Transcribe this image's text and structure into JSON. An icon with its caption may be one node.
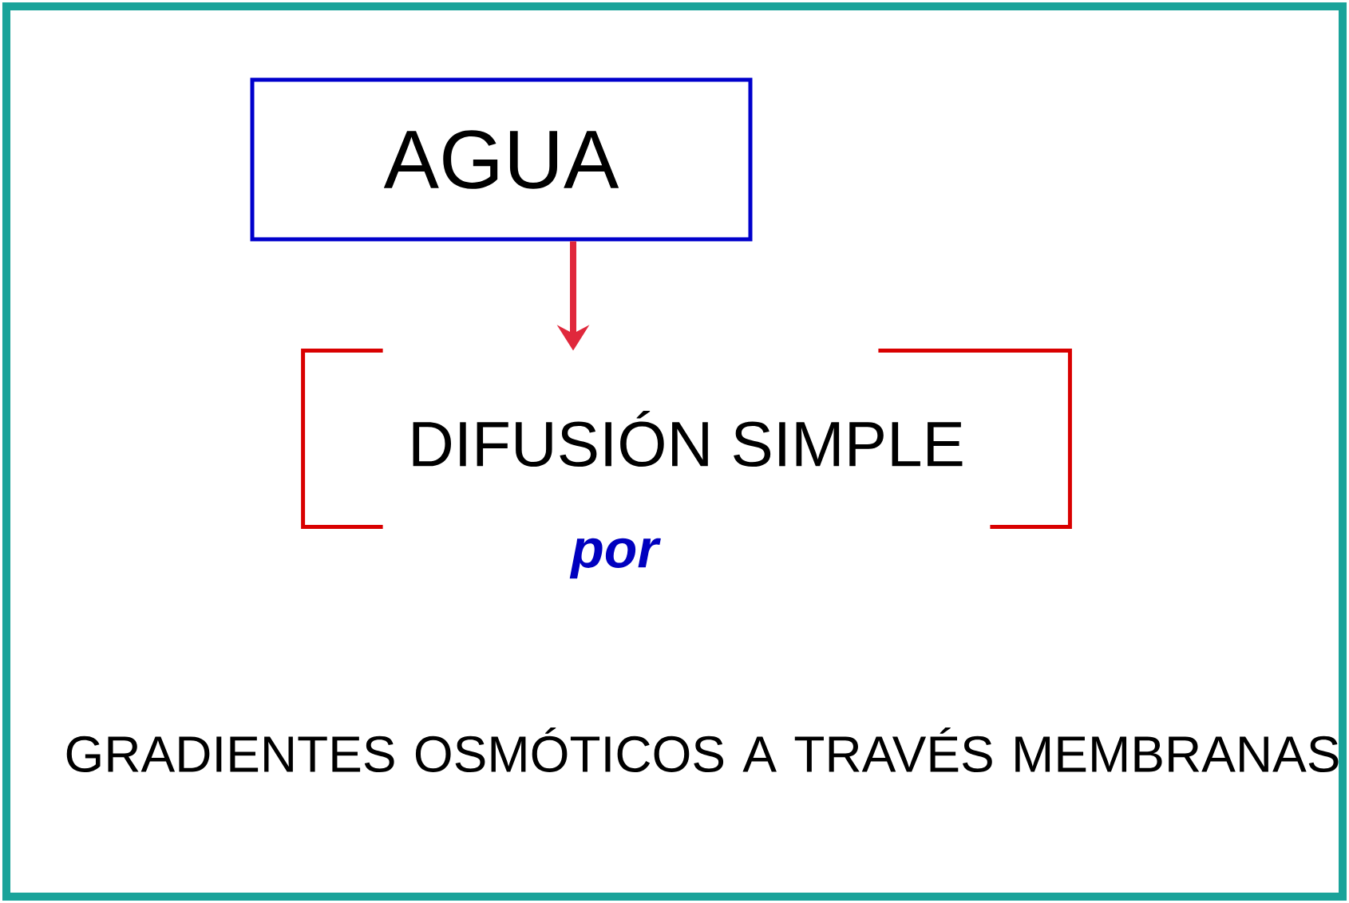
{
  "diagram": {
    "nodes": [
      {
        "text": [
          "AGUA"
        ]
      },
      {
        "text": [
          "DIFUSIÓN SIMPLE"
        ]
      }
    ],
    "edges": [
      {
        "from": 0,
        "to": 1,
        "arrow": "to",
        "color": "#e0283c"
      }
    ],
    "labels": [
      "por",
      "GRADIENTES OSMÓTICOS A TRAVÉS MEMBRANAS"
    ]
  }
}
